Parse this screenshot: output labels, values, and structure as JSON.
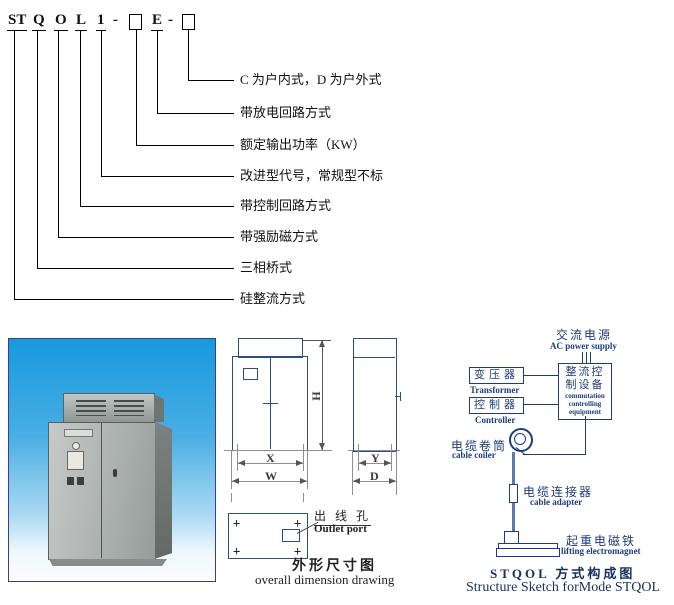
{
  "model_code": {
    "chars": [
      "ST",
      "Q",
      "O",
      "L",
      "1",
      "-",
      "E",
      "-"
    ],
    "labels": [
      "C 为户内式，D 为户外式",
      "带放电回路方式",
      "额定输出功率（KW）",
      "改进型代号，常规型不标",
      "带控制回路方式",
      "带强励磁方式",
      "三相桥式",
      "硅整流方式"
    ]
  },
  "dimension_drawing": {
    "dims": {
      "h": "H",
      "x": "X",
      "w": "W",
      "y": "Y",
      "d": "D"
    },
    "cross": "+",
    "corner_plus": "+",
    "outlet_zh": "出 线 孔",
    "outlet_en": "Outlet port",
    "caption_zh": "外形尺寸图",
    "caption_en": "overall dimension drawing"
  },
  "structure_sketch": {
    "ac_zh": "交流电源",
    "ac_en": "AC power supply",
    "main_zh1": "整流控",
    "main_zh2": "制设备",
    "main_en1": "commutation",
    "main_en2": "controlling",
    "main_en3": "equipment",
    "transformer_zh": "变压器",
    "transformer_en": "Transformer",
    "controller_zh": "控制器",
    "controller_en": "Controller",
    "coiler_zh": "电缆卷筒",
    "coiler_en": "cable coiler",
    "adapter_zh": "电缆连接器",
    "adapter_en": "cable adapter",
    "magnet_zh": "起重电磁铁",
    "magnet_en": "lifting electromagnet",
    "caption_zh": "STQOL 方式构成图",
    "caption_en": "Structure Sketch forMode STQOL"
  },
  "colors": {
    "diagram_line": "#000000",
    "drawing_navy": "#2a4f80",
    "sketch_navy": "#1e3c78",
    "photo_sky_blue": "#169adf",
    "cabinet_gray": "#aab0ae"
  }
}
